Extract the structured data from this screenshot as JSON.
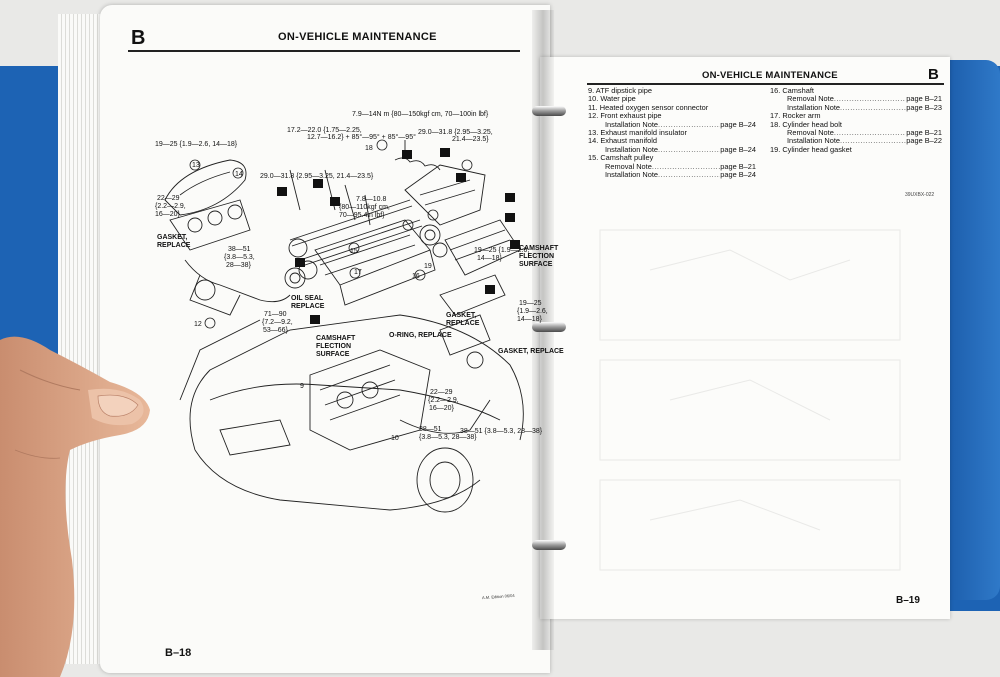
{
  "left_page": {
    "section_letter": "B",
    "header_title": "ON-VEHICLE MAINTENANCE",
    "page_number": "B–18",
    "bottom_note": "A.M. Edition 06/04",
    "diagram_labels": {
      "t1": "7.9—14N m {80—150kgf cm, 70—100in lbf}",
      "t2": "17.2—22.0 {1.75—2.25,",
      "t3": "12.7—16.2} + 85°—95° + 85°—95°",
      "t4": "29.0—31.8 {2.95—3.25,",
      "t5": "21.4—23.5}",
      "t6": "19—25 {1.9—2.6, 14—18}",
      "t7": "29.0—31.8 {2.95—3.25, 21.4—23.5}",
      "t8": "22—29",
      "t9": "{2.2—2.9,",
      "t10": "16—20}",
      "t11": "GASKET,",
      "t12": "REPLACE",
      "t13": "7.8—10.8",
      "t14": "{80—110kgf cm,",
      "t15": "70—95.4in lbf}",
      "t16": "38—51",
      "t17": "{3.8—5.3,",
      "t18": "28—38}",
      "t19": "OIL SEAL",
      "t20": "REPLACE",
      "t21": "71—90",
      "t22": "{7.2—9.2,",
      "t23": "53—66}",
      "t24": "CAMSHAFT",
      "t25": "FLECTION",
      "t26": "SURFACE",
      "t27": "O-RING, REPLACE",
      "t28": "GASKET,",
      "t29": "REPLACE",
      "t30": "CAMSHAFT",
      "t31": "FLECTION",
      "t32": "SURFACE",
      "t33": "GASKET, REPLACE",
      "t34": "22—29",
      "t35": "{2.2—2.9,",
      "t36": "16—20}",
      "t37": "38—51",
      "t38": "{3.8—5.3, 28—38}",
      "t39": "38—51 {3.8—5.3, 28—38}",
      "t40": "19—25 {1.9—2.6,",
      "t41": "14—18}",
      "t42": "19—25",
      "t43": "{1.9—2.6,",
      "t44": "14—18}",
      "n12": "12",
      "n13": "13",
      "n14": "14",
      "n15": "15",
      "n16": "16",
      "n17": "17",
      "n18": "18",
      "n19": "19",
      "n9": "9",
      "n10": "10"
    }
  },
  "right_page": {
    "header_title": "ON-VEHICLE MAINTENANCE",
    "section_letter": "B",
    "page_number": "B–19",
    "figure_code": "39UXBX-022",
    "left_column": [
      {
        "type": "item",
        "text": "9. ATF dipstick pipe"
      },
      {
        "type": "item",
        "text": "10. Water pipe"
      },
      {
        "type": "item",
        "text": "11. Heated oxygen sensor connector"
      },
      {
        "type": "item",
        "text": "12. Front exhaust pipe"
      },
      {
        "type": "sub",
        "text": "Installation Note",
        "page": "page B–24"
      },
      {
        "type": "item",
        "text": "13. Exhaust manifold insulator"
      },
      {
        "type": "item",
        "text": "14. Exhaust manifold"
      },
      {
        "type": "sub",
        "text": "Installation Note",
        "page": "page B–24"
      },
      {
        "type": "item",
        "text": "15. Camshaft pulley"
      },
      {
        "type": "sub",
        "text": "Removal Note",
        "page": "page B–21"
      },
      {
        "type": "sub",
        "text": "Installation Note",
        "page": "page B–24"
      }
    ],
    "right_column": [
      {
        "type": "item",
        "text": "16. Camshaft"
      },
      {
        "type": "sub",
        "text": "Removal Note",
        "page": "page B–21"
      },
      {
        "type": "sub",
        "text": "Installation Note",
        "page": "page B–23"
      },
      {
        "type": "item",
        "text": "17. Rocker arm"
      },
      {
        "type": "item",
        "text": "18. Cylinder head bolt"
      },
      {
        "type": "sub",
        "text": "Removal Note",
        "page": "page B–21"
      },
      {
        "type": "sub",
        "text": "Installation Note",
        "page": "page B–22"
      },
      {
        "type": "item",
        "text": "19. Cylinder head gasket"
      }
    ]
  },
  "colors": {
    "binder_blue": "#1d63b4",
    "paper": "#fbfbf9",
    "ink": "#111111"
  }
}
